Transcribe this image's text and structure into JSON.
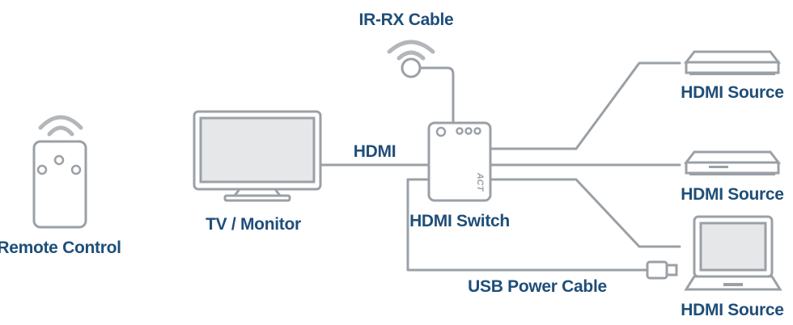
{
  "labels": {
    "ir_cable": "IR-RX Cable",
    "remote": "Remote Control",
    "tv": "TV / Monitor",
    "hdmi_link": "HDMI",
    "switch": "HDMI Switch",
    "usb_power": "USB Power Cable",
    "source_1": "HDMI Source",
    "source_2": "HDMI Source",
    "source_3": "HDMI Source"
  },
  "switch_logo": "ACT",
  "colors": {
    "label_text": "#1f4e79",
    "lines": "#9aa0a6",
    "screen_fill": "#e6e7e9"
  }
}
